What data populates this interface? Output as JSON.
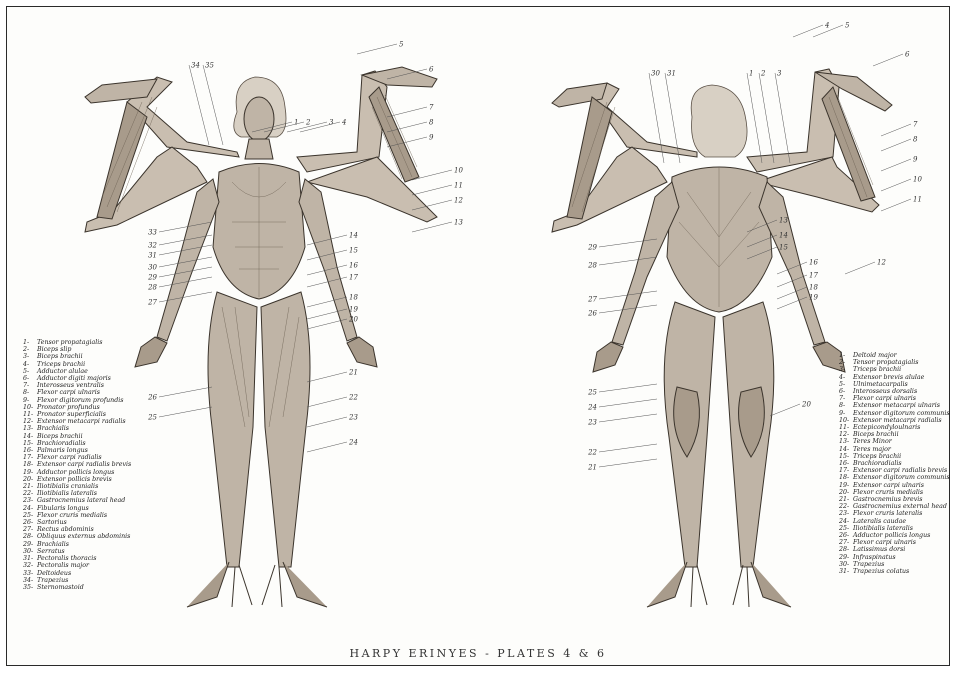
{
  "title": "HARPY ERINYES - PLATES 4 & 6",
  "front": {
    "legend": [
      {
        "n": "1-",
        "t": "Tensor propatagialis"
      },
      {
        "n": "2-",
        "t": "Biceps slip"
      },
      {
        "n": "3-",
        "t": "Biceps brachii"
      },
      {
        "n": "4-",
        "t": "Triceps brachii"
      },
      {
        "n": "5-",
        "t": "Adductor alulae"
      },
      {
        "n": "6-",
        "t": "Adductor digiti majoris"
      },
      {
        "n": "7-",
        "t": "Interosseus ventralis"
      },
      {
        "n": "8-",
        "t": "Flexor carpi ulnaris"
      },
      {
        "n": "9-",
        "t": "Flexor digitorum profundis"
      },
      {
        "n": "10-",
        "t": "Pronator profundus"
      },
      {
        "n": "11-",
        "t": "Pronator superficialis"
      },
      {
        "n": "12-",
        "t": "Extensor metacarpi radialis"
      },
      {
        "n": "13-",
        "t": "Brachialis"
      },
      {
        "n": "14-",
        "t": "Biceps brachii"
      },
      {
        "n": "15-",
        "t": "Brachioradialis"
      },
      {
        "n": "16-",
        "t": "Palmaris longus"
      },
      {
        "n": "17-",
        "t": "Flexor carpi radialis"
      },
      {
        "n": "18-",
        "t": "Extensor carpi radialis brevis"
      },
      {
        "n": "19-",
        "t": "Adductor pollicis longus"
      },
      {
        "n": "20-",
        "t": "Extensor pollicis brevis"
      },
      {
        "n": "21-",
        "t": "Iliotibialis cranialis"
      },
      {
        "n": "22-",
        "t": "Iliotibialis lateralis"
      },
      {
        "n": "23-",
        "t": "Gastrocnemius lateral head"
      },
      {
        "n": "24-",
        "t": "Fibularis longus"
      },
      {
        "n": "25-",
        "t": "Flexor cruris medialis"
      },
      {
        "n": "26-",
        "t": "Sartorius"
      },
      {
        "n": "27-",
        "t": "Rectus abdominis"
      },
      {
        "n": "28-",
        "t": "Obliquus externus abdominis"
      },
      {
        "n": "29-",
        "t": "Brachialis"
      },
      {
        "n": "30-",
        "t": "Serratus"
      },
      {
        "n": "31-",
        "t": "Pectoralis thoracis"
      },
      {
        "n": "32-",
        "t": "Pectoralis major"
      },
      {
        "n": "33-",
        "t": "Deltoideus"
      },
      {
        "n": "34-",
        "t": "Trapezius"
      },
      {
        "n": "35-",
        "t": "Sternomastoid"
      }
    ],
    "labels_right": [
      "1",
      "2",
      "3",
      "4",
      "5",
      "6",
      "7",
      "8",
      "9",
      "10",
      "11",
      "12",
      "13",
      "14",
      "15",
      "16",
      "17",
      "18",
      "19",
      "20",
      "21",
      "22",
      "23",
      "24"
    ],
    "labels_top": [
      "34",
      "35"
    ],
    "labels_left": [
      "33",
      "32",
      "31",
      "30",
      "29",
      "28",
      "27",
      "26",
      "25"
    ]
  },
  "back": {
    "legend": [
      {
        "n": "1-",
        "t": "Deltoid major"
      },
      {
        "n": "2-",
        "t": "Tensor propatagialis"
      },
      {
        "n": "3-",
        "t": "Triceps brachii"
      },
      {
        "n": "4-",
        "t": "Extensor brevis alulae"
      },
      {
        "n": "5-",
        "t": "Ulnimetacarpalis"
      },
      {
        "n": "6-",
        "t": "Interosseus dorsalis"
      },
      {
        "n": "7-",
        "t": "Flexor carpi ulnaris"
      },
      {
        "n": "8-",
        "t": "Extensor metacarpi ulnaris"
      },
      {
        "n": "9-",
        "t": "Extensor digitorum communis"
      },
      {
        "n": "10-",
        "t": "Extensor metacarpi radialis"
      },
      {
        "n": "11-",
        "t": "Ectepicondyloulnaris"
      },
      {
        "n": "12-",
        "t": "Biceps brachii"
      },
      {
        "n": "13-",
        "t": "Teres Minor"
      },
      {
        "n": "14-",
        "t": "Teres major"
      },
      {
        "n": "15-",
        "t": "Triceps brachii"
      },
      {
        "n": "16-",
        "t": "Brachioradialis"
      },
      {
        "n": "17-",
        "t": "Extensor carpi radialis brevis"
      },
      {
        "n": "18-",
        "t": "Extensor digitorum communis"
      },
      {
        "n": "19-",
        "t": "Extensor carpi ulnaris"
      },
      {
        "n": "20-",
        "t": "Flexor cruris medialis"
      },
      {
        "n": "21-",
        "t": "Gastrocnemius brevis"
      },
      {
        "n": "22-",
        "t": "Gastrocnemius external head"
      },
      {
        "n": "23-",
        "t": "Flexor cruris lateralis"
      },
      {
        "n": "24-",
        "t": "Lateralis caudae"
      },
      {
        "n": "25-",
        "t": "Iliotibialis lateralis"
      },
      {
        "n": "26-",
        "t": "Adductor pollicis longus"
      },
      {
        "n": "27-",
        "t": "Flexor carpi ulnaris"
      },
      {
        "n": "28-",
        "t": "Latissimus dorsi"
      },
      {
        "n": "29-",
        "t": "Infraspinatus"
      },
      {
        "n": "30-",
        "t": "Trapezius"
      },
      {
        "n": "31-",
        "t": "Trapezius colatus"
      }
    ],
    "labels_right": [
      "4",
      "5",
      "6",
      "7",
      "8",
      "9",
      "10",
      "11",
      "12",
      "13",
      "14",
      "15",
      "16",
      "17",
      "18",
      "19",
      "20"
    ],
    "labels_top": [
      "30",
      "31",
      "1",
      "2",
      "3"
    ],
    "labels_left": [
      "29",
      "28",
      "27",
      "26",
      "25",
      "24",
      "23",
      "22",
      "21"
    ]
  }
}
